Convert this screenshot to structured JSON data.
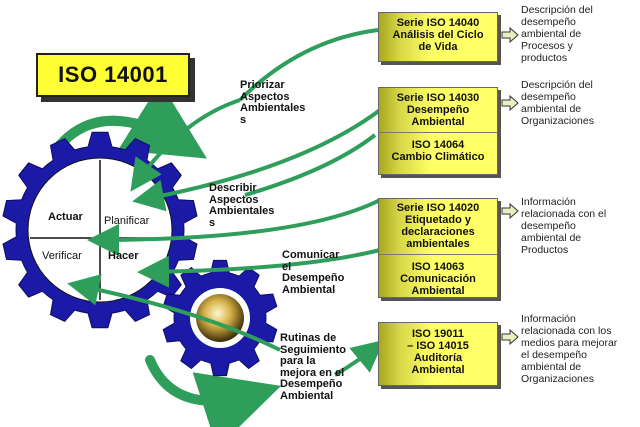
{
  "title": "ISO 14001",
  "cycle": {
    "actuar": "Actuar",
    "planificar": "Planificar",
    "verificar": "Verificar",
    "hacer": "Hacer"
  },
  "labels": {
    "priorizar": "Priorizar\nAspectos\nAmbientales\ns",
    "describir": "Describir\nAspectos\nAmbientales\ns",
    "comunicar": "Comunicar\nel\nDesempeño\nAmbiental",
    "rutinas": "Rutinas de\nSeguimiento\npara la\nmejora en el\nDesempeño\nAmbiental"
  },
  "standards": {
    "box1": {
      "lines": [
        "Serie ISO 14040",
        "Análisis del Ciclo",
        "de Vida"
      ]
    },
    "box2": {
      "top": [
        "Serie ISO 14030",
        "Desempeño",
        "Ambiental"
      ],
      "bottom": [
        "ISO 14064",
        "Cambio Climático"
      ]
    },
    "box3": {
      "top": [
        "Serie ISO 14020",
        "Etiquetado y",
        "declaraciones",
        "ambientales"
      ],
      "bottom": [
        "ISO 14063",
        "Comunicación",
        "Ambiental"
      ]
    },
    "box4": {
      "lines": [
        "ISO 19011",
        "– ISO 14015",
        "Auditoría",
        "Ambiental"
      ]
    }
  },
  "descriptions": {
    "d1": "Descripción del\ndesempeño\nambiental de\nProcesos y\nproductos",
    "d2": "Descripción del\ndesempeño\nambiental de\nOrganizaciones",
    "d3": "Información\nrelacionada con el\ndesempeño\nambiental de\nProductos",
    "d4": "Información\nrelacionada con los\nmedios para  mejorar\nel desempeño\nambiental de\nOrganizaciones"
  },
  "colors": {
    "arrow": "#2e9e5a",
    "box": "#ffff66",
    "gear_big": "#1a1aa6",
    "gear_small": "#1a1aa6",
    "title_bg": "#ffff33"
  }
}
